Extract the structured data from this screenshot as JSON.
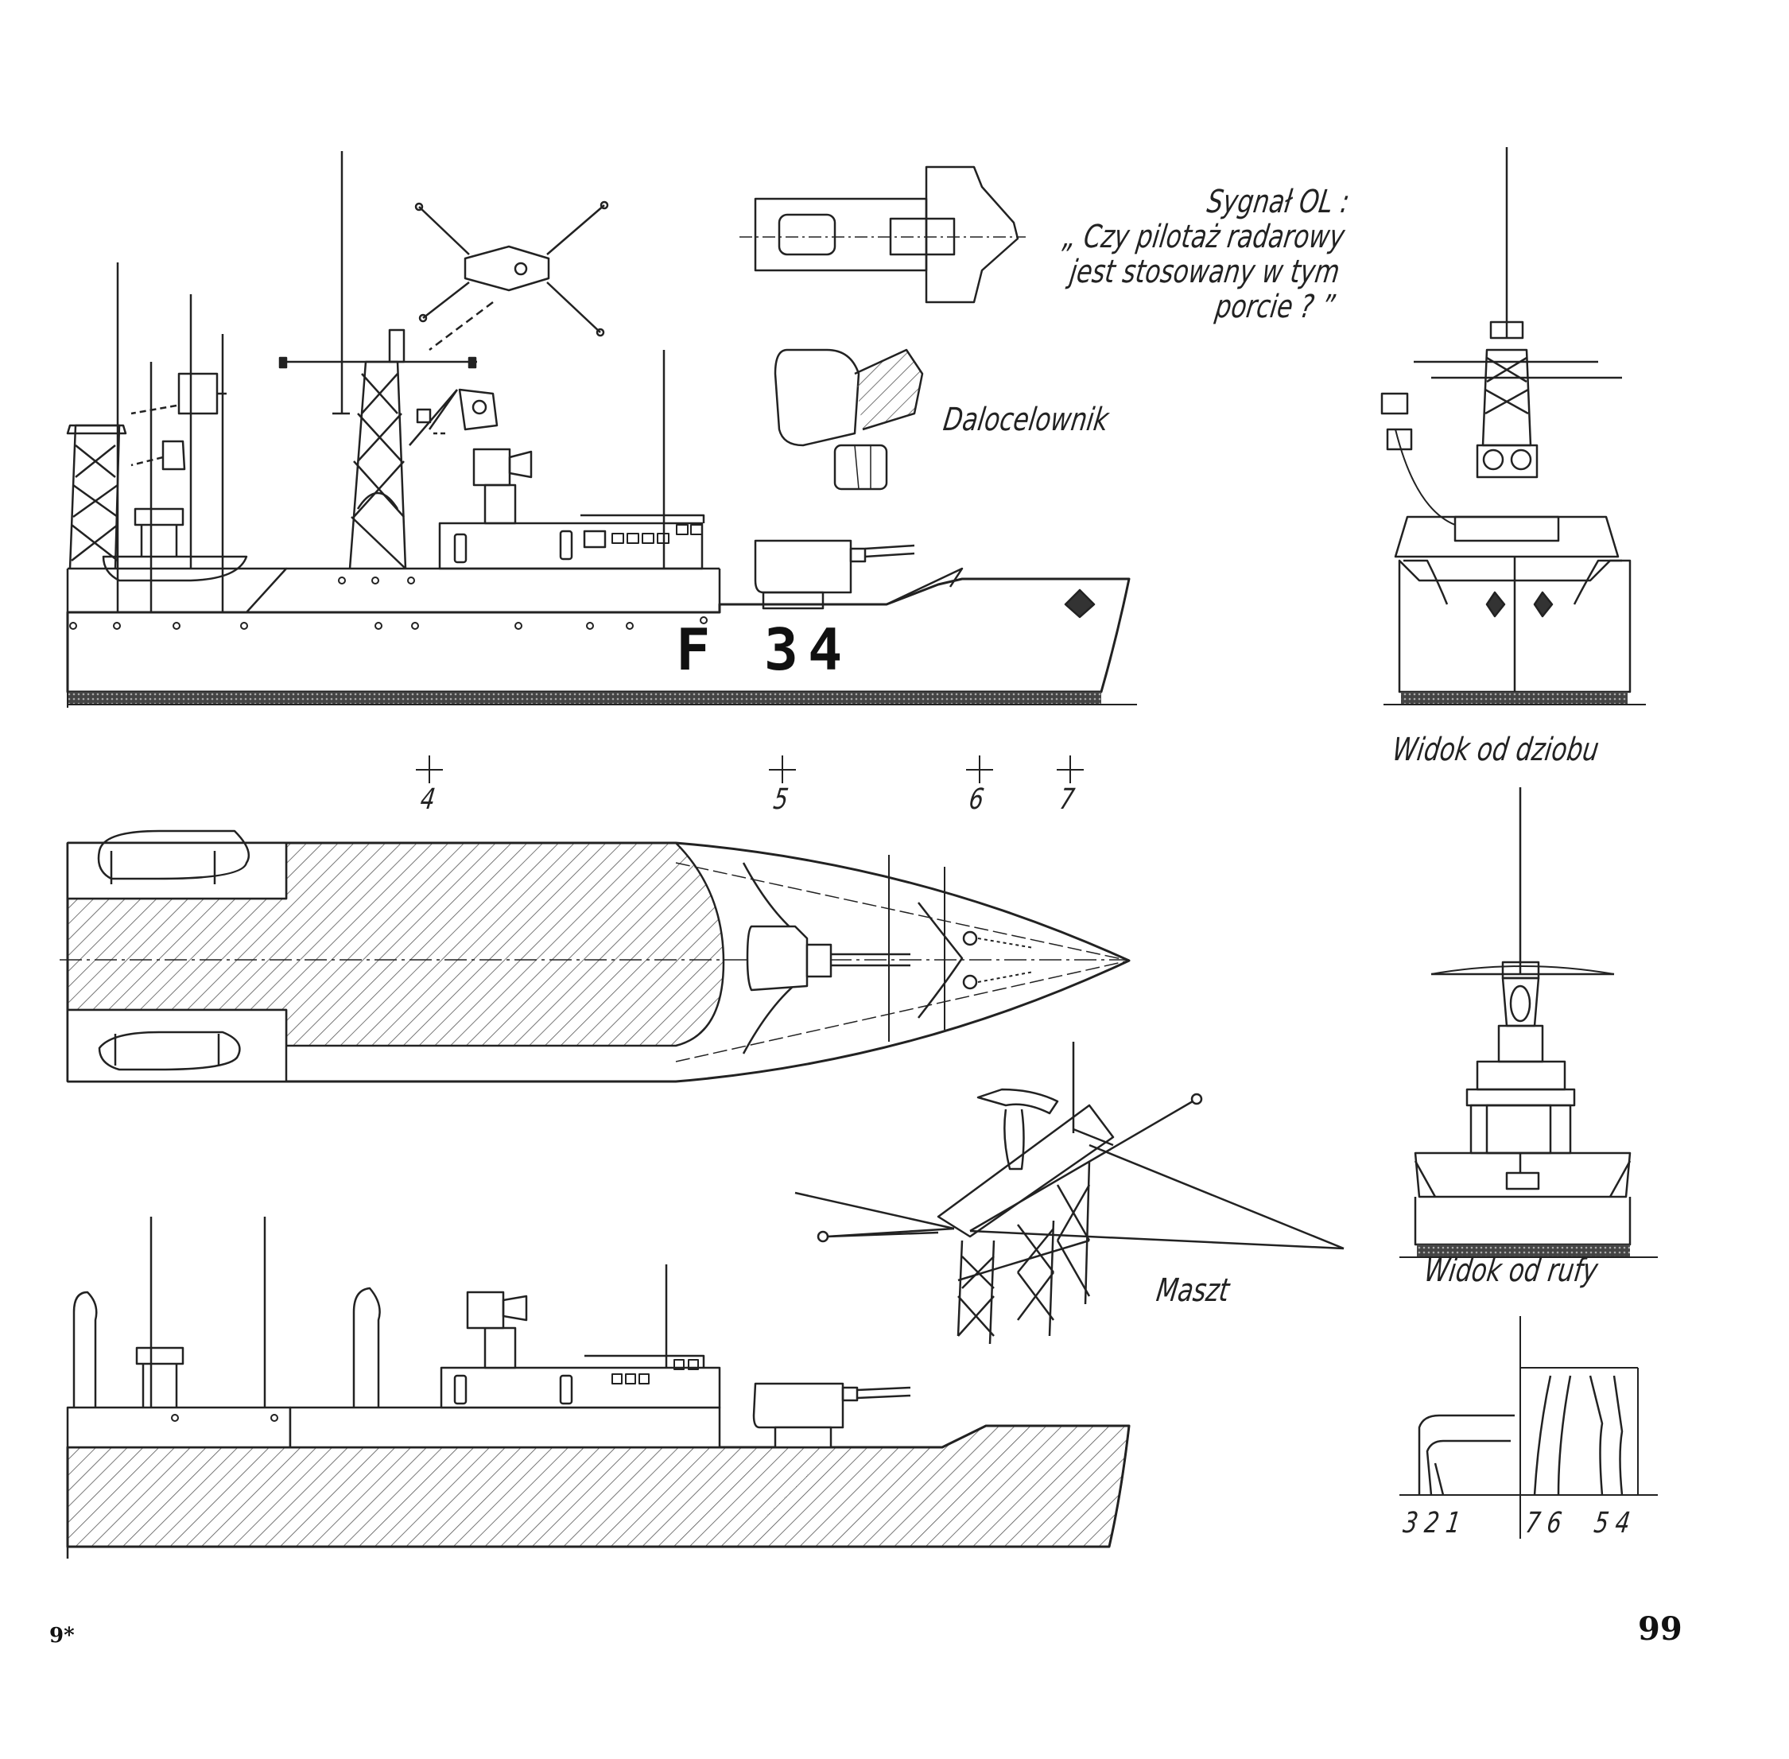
{
  "labels": {
    "signal_line1": "Sygnał OL :",
    "signal_line2": "„ Czy pilotaż radarowy",
    "signal_line3": "jest stosowany w tym",
    "signal_line4": "porcie ? ”",
    "rangefinder": "Dalocelownik",
    "bow_view": "Widok od dziobu",
    "stern_view": "Widok od rufy",
    "mast": "Maszt",
    "hull_code": "F 34"
  },
  "frame_markers": [
    "4",
    "5",
    "6",
    "7"
  ],
  "section_numbers": {
    "left": "3 2 1",
    "right_a": "7 6",
    "right_b": "5 4"
  },
  "page": {
    "number": "99",
    "signature": "9*"
  }
}
